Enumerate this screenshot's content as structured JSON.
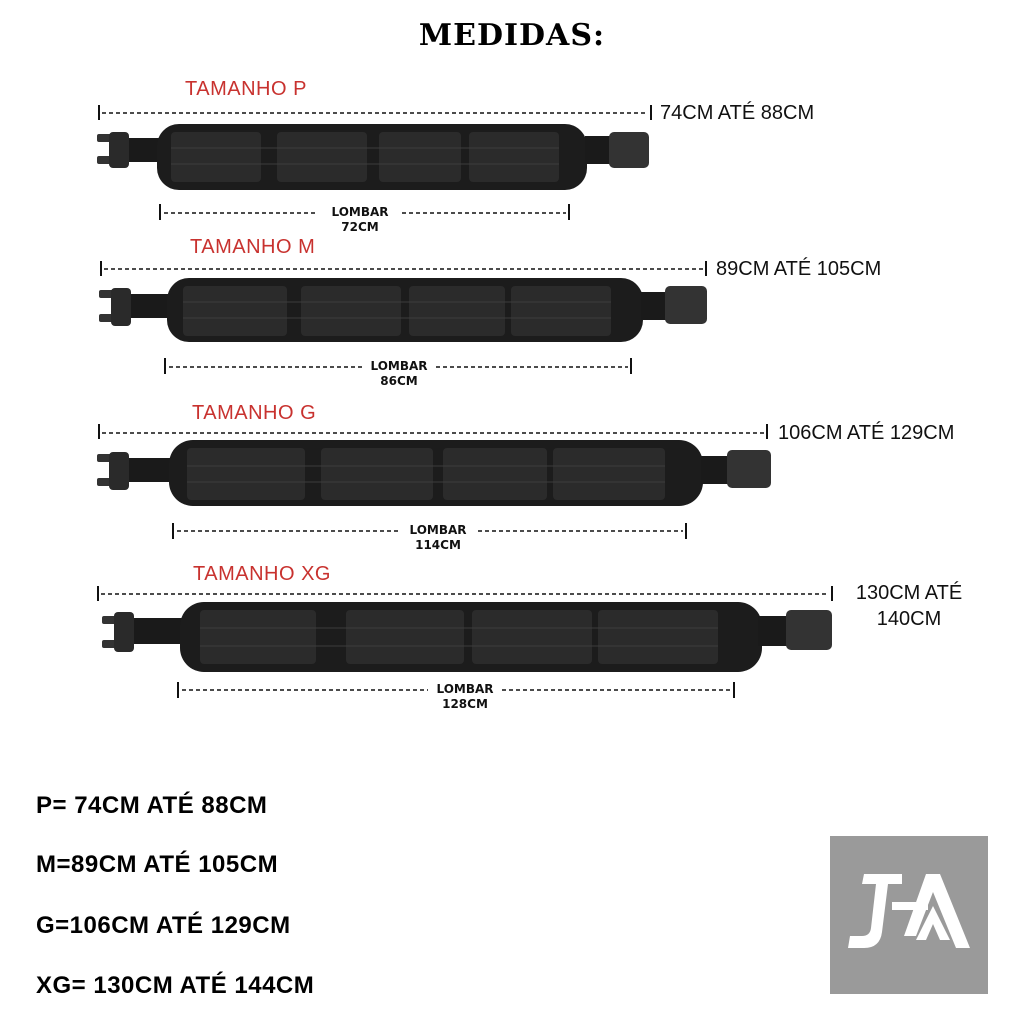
{
  "page": {
    "title": "MEDIDAS:"
  },
  "sizes": [
    {
      "label": "TAMANHO P",
      "range": "74CM ATÉ 88CM",
      "lombar_label": "LOMBAR",
      "lombar_value": "72CM"
    },
    {
      "label": "TAMANHO M",
      "range": "89CM ATÉ 105CM",
      "lombar_label": "LOMBAR",
      "lombar_value": "86CM"
    },
    {
      "label": "TAMANHO G",
      "range": "106CM ATÉ 129CM",
      "lombar_label": "LOMBAR",
      "lombar_value": "114CM"
    },
    {
      "label": "TAMANHO XG",
      "range_line1": "130CM ATÉ",
      "range_line2": "140CM",
      "lombar_label": "LOMBAR",
      "lombar_value": "128CM"
    }
  ],
  "summary": [
    "P= 74CM ATÉ 88CM",
    "M=89CM ATÉ 105CM",
    "G=106CM ATÉ 129CM",
    "XG= 130CM ATÉ 144CM"
  ],
  "logo": {
    "text": "JA",
    "background": "#9a9a9a",
    "foreground": "#ffffff"
  },
  "colors": {
    "size_label": "#c8322f",
    "belt": "#1c1c1c",
    "belt_panel": "#2b2b2b",
    "buckle": "#333333"
  }
}
